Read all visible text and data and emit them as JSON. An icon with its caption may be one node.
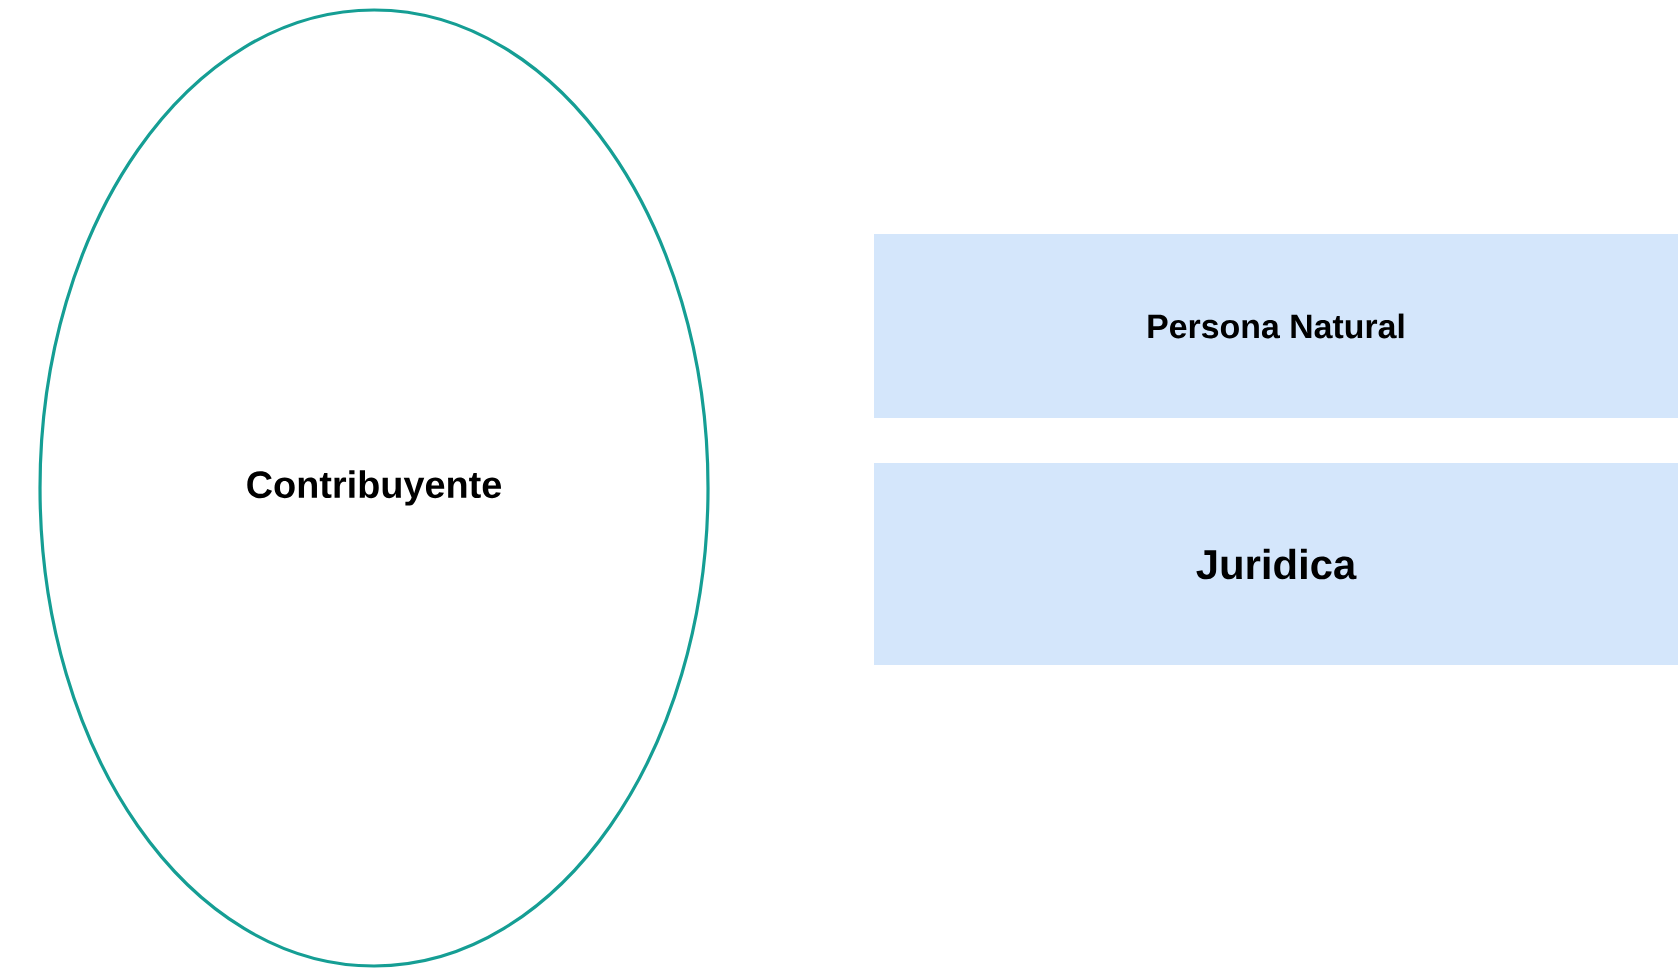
{
  "diagram": {
    "nodes": [
      {
        "text": [
          "Contribuyente"
        ]
      },
      {
        "text": [
          "Persona Natural"
        ]
      },
      {
        "text": [
          "Juridica"
        ]
      }
    ]
  }
}
